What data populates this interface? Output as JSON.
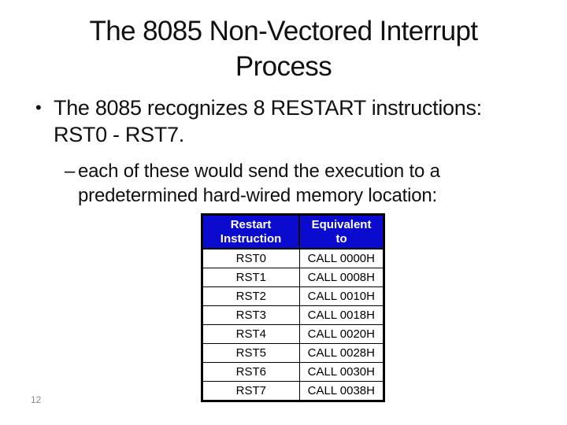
{
  "slide": {
    "title": "The 8085 Non-Vectored Interrupt\nProcess"
  },
  "bullets": {
    "level1": {
      "marker": "•",
      "text": "The 8085 recognizes 8 RESTART instructions:\nRST0 - RST7."
    },
    "level2": {
      "marker": "–",
      "text": "each of these would send the execution to a\npredetermined hard-wired memory location:"
    }
  },
  "table": {
    "headers": [
      {
        "label": "Restart\nInstruction"
      },
      {
        "label": "Equivalent\nto"
      }
    ],
    "rows": [
      {
        "instruction": "RST0",
        "call": "CALL 0000H"
      },
      {
        "instruction": "RST1",
        "call": "CALL 0008H"
      },
      {
        "instruction": "RST2",
        "call": "CALL 0010H"
      },
      {
        "instruction": "RST3",
        "call": "CALL 0018H"
      },
      {
        "instruction": "RST4",
        "call": "CALL 0020H"
      },
      {
        "instruction": "RST5",
        "call": "CALL 0028H"
      },
      {
        "instruction": "RST6",
        "call": "CALL 0030H"
      },
      {
        "instruction": "RST7",
        "call": "CALL 0038H"
      }
    ]
  },
  "footer": {
    "page_number": "12"
  },
  "colors": {
    "header_bg": "#0b0bcf",
    "header_text": "#ffffff",
    "body_text": "#111111",
    "page_number": "#898989",
    "table_border": "#000000"
  }
}
